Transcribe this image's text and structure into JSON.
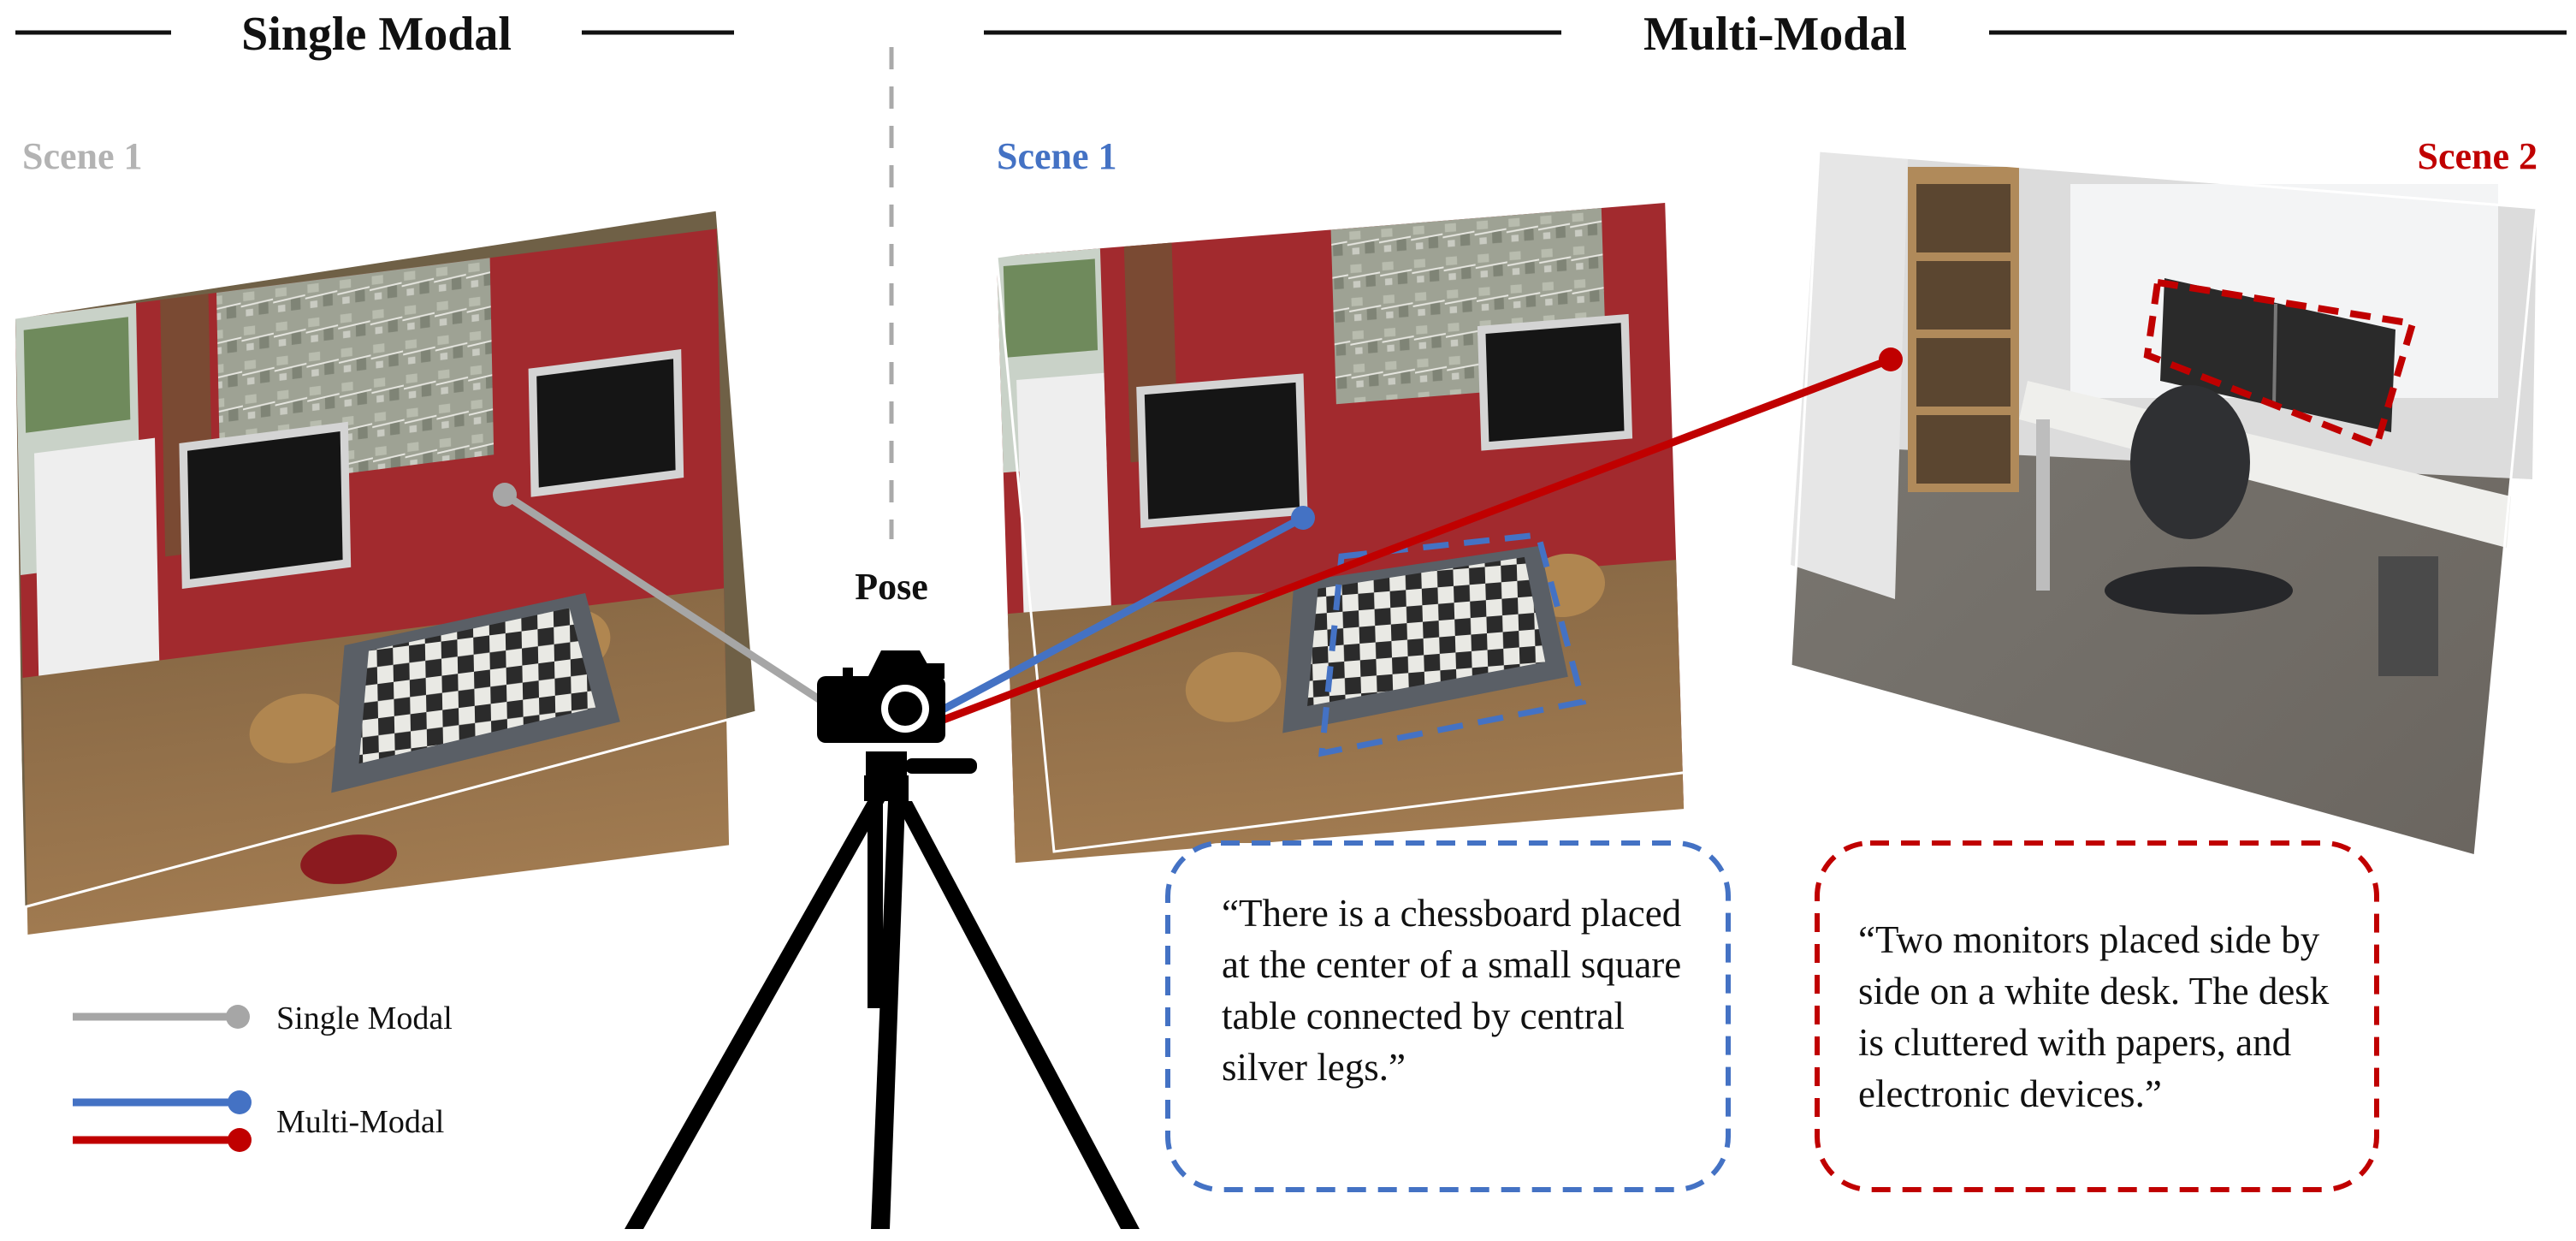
{
  "headers": {
    "single": "Single Modal",
    "multi": "Multi-Modal"
  },
  "scene_labels": {
    "single_scene": "Scene 1",
    "multi_scene1": "Scene 1",
    "multi_scene2": "Scene 2"
  },
  "pose_label": "Pose",
  "captions": {
    "scene1": "“There is a chessboard placed at the center of a small square table connected by central silver legs.”",
    "scene2": "“Two monitors placed side by side on a white desk. The desk is cluttered with papers, and electronic devices.”"
  },
  "legend": {
    "single": "Single Modal",
    "multi": "Multi-Modal"
  },
  "colors": {
    "single": "#a6a6a6",
    "blue": "#4472c4",
    "red": "#c00000"
  }
}
